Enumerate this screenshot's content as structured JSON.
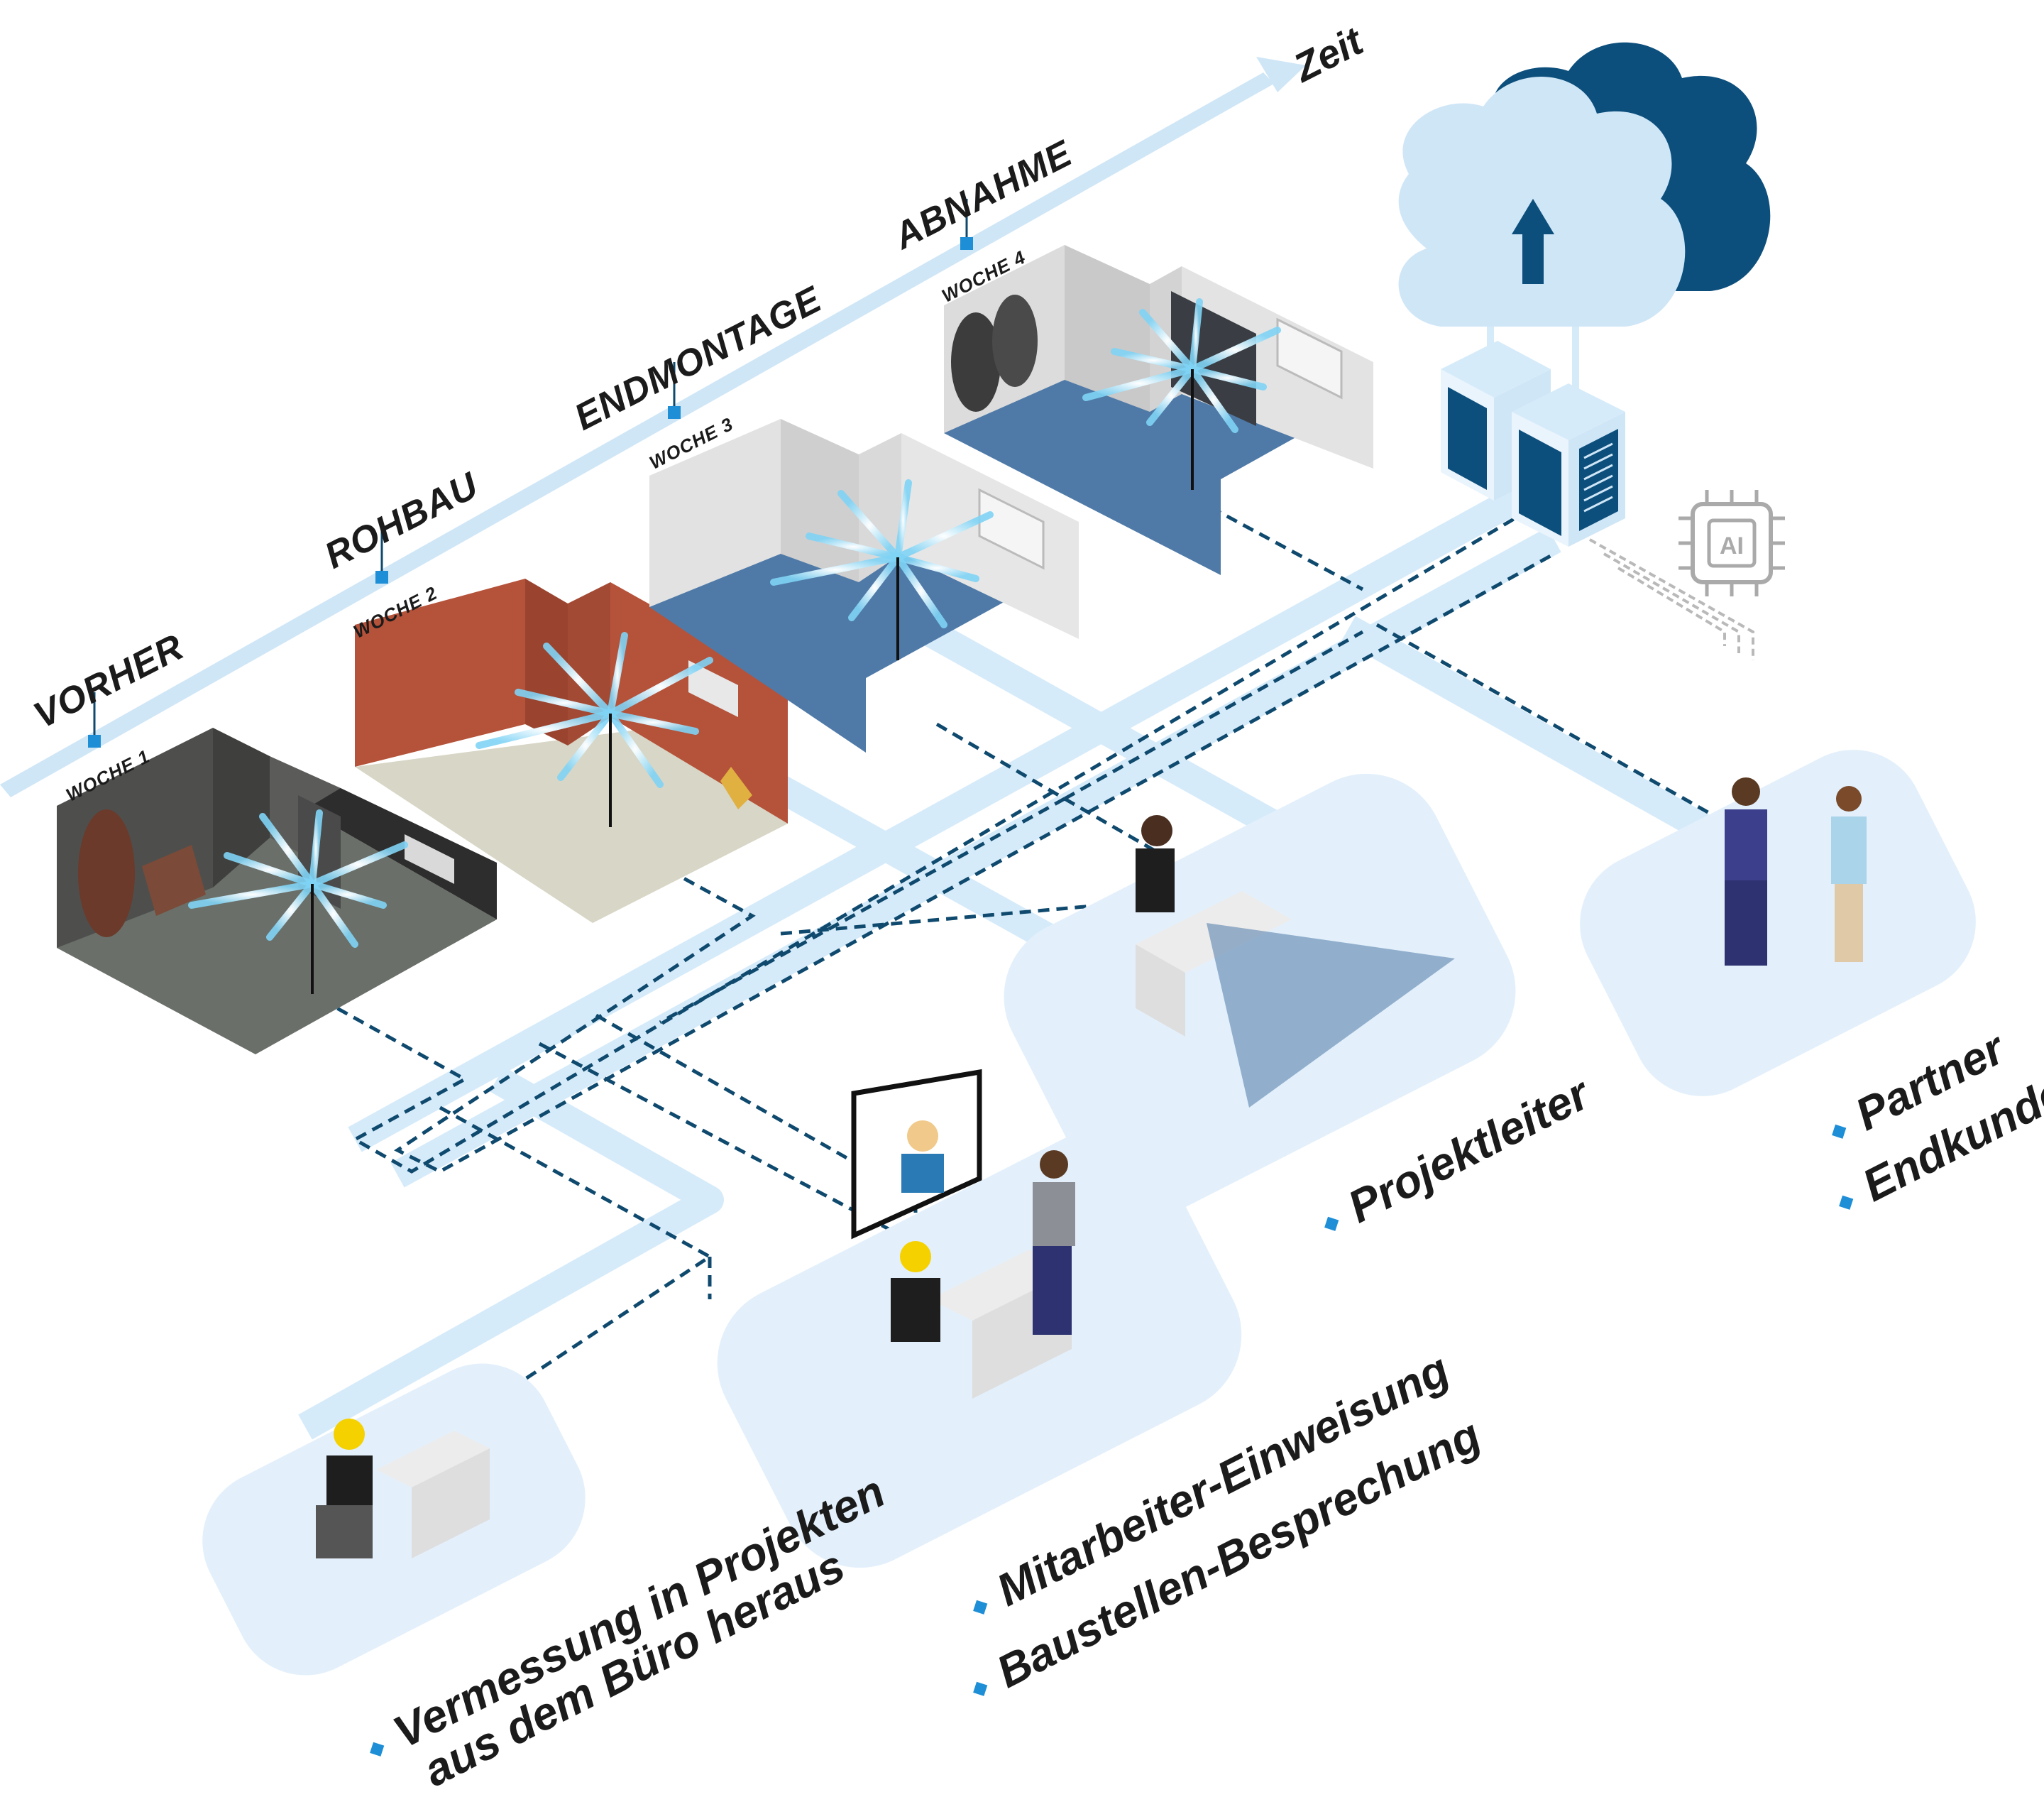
{
  "timeline": {
    "axis_label": "Zeit",
    "phases": [
      {
        "name": "VORHER",
        "week": "WOCHE 1"
      },
      {
        "name": "ROHBAU",
        "week": "WOCHE 2"
      },
      {
        "name": "ENDMONTAGE",
        "week": "WOCHE 3"
      },
      {
        "name": "ABNAHME",
        "week": "WOCHE 4"
      }
    ]
  },
  "icons": {
    "cloud": "cloud-upload-icon",
    "servers": "server-rack-icon",
    "chip": "ai-chip-icon",
    "chip_label": "AI"
  },
  "roles": {
    "projektleiter": "Projektleiter",
    "partner": "Partner",
    "endkunden": "Endkunden",
    "mitarbeiter": "Mitarbeiter-Einweisung",
    "baustellen": "Baustellen-Besprechung",
    "vermessung_1": "Vermessung in Projekten",
    "vermessung_2": "aus dem Büro heraus"
  },
  "colors": {
    "accent": "#1e8fd6",
    "band": "#cfe6f7",
    "cloud_dark": "#0d4f7c",
    "platform": "#e3f0fb",
    "dashed": "#0f4a6e"
  }
}
